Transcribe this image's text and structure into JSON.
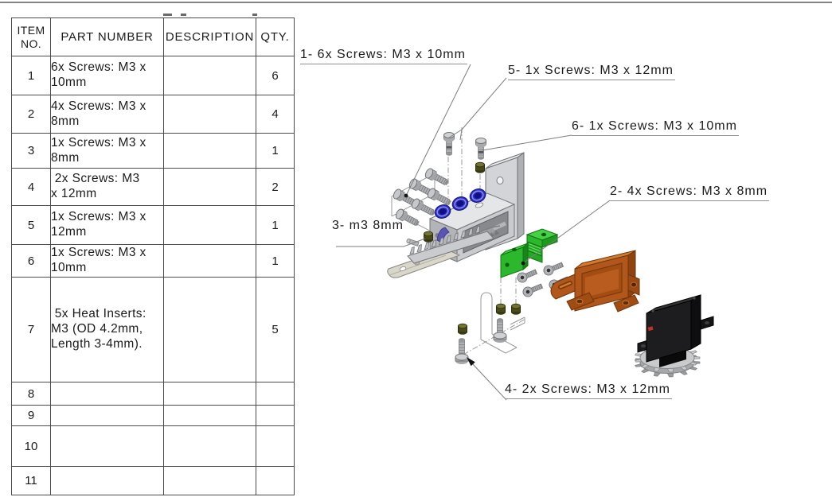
{
  "drawing": {
    "bom_table": {
      "headers": {
        "item": "ITEM\nNO.",
        "part_number": "PART NUMBER",
        "description": "DESCRIPTION",
        "qty": "QTY."
      },
      "rows": [
        {
          "item": "1",
          "part_number": "6x Screws: M3 x\n10mm",
          "description": "",
          "qty": "6"
        },
        {
          "item": "2",
          "part_number": "4x Screws: M3 x\n8mm",
          "description": "",
          "qty": "4"
        },
        {
          "item": "3",
          "part_number": "1x Screws: M3 x\n8mm",
          "description": "",
          "qty": "1"
        },
        {
          "item": "4",
          "part_number": " 2x Screws: M3\nx 12mm",
          "description": "",
          "qty": "2"
        },
        {
          "item": "5",
          "part_number": "1x Screws: M3 x\n12mm",
          "description": "",
          "qty": "1"
        },
        {
          "item": "6",
          "part_number": "1x Screws: M3 x\n10mm",
          "description": "",
          "qty": "1"
        },
        {
          "item": "7",
          "part_number": " 5x Heat Inserts:\nM3 (OD 4.2mm,\nLength 3-4mm).",
          "description": "",
          "qty": "5"
        },
        {
          "item": "8",
          "part_number": "",
          "description": "",
          "qty": ""
        },
        {
          "item": "9",
          "part_number": "",
          "description": "",
          "qty": ""
        },
        {
          "item": "10",
          "part_number": "",
          "description": "",
          "qty": ""
        },
        {
          "item": "11",
          "part_number": "",
          "description": "",
          "qty": ""
        }
      ]
    },
    "callouts": [
      {
        "id": "1",
        "text": "1- 6x Screws: M3 x 10mm"
      },
      {
        "id": "5",
        "text": "5- 1x Screws: M3 x 12mm"
      },
      {
        "id": "6",
        "text": "6- 1x Screws: M3 x 10mm"
      },
      {
        "id": "2",
        "text": "2- 4x Screws: M3 x 8mm"
      },
      {
        "id": "3",
        "text": "3- m3 8mm"
      },
      {
        "id": "4",
        "text": "4- 2x Screws: M3 x 12mm"
      }
    ],
    "colors": {
      "roller_blue": "#2b2bca",
      "clamp_green": "#2cb82c",
      "bracket_orange": "#b2571b",
      "servo_black": "#1d1d1f",
      "gear_gray": "#c9cacc",
      "heat_insert_olive": "#52531f",
      "machined_gray": "#c9cbce"
    }
  }
}
